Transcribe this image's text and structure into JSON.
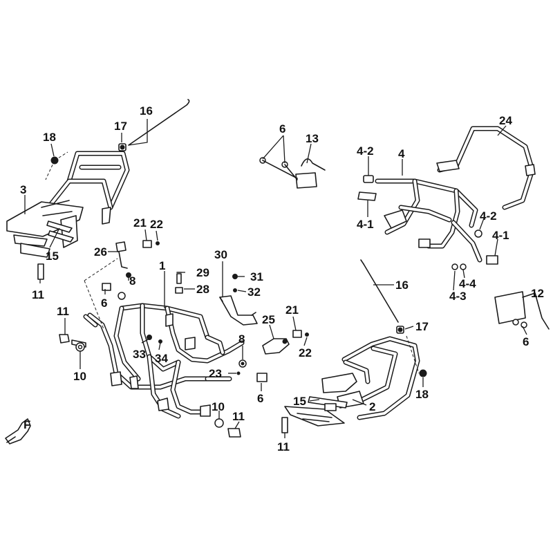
{
  "callouts": [
    {
      "id": "c1",
      "text": "16"
    },
    {
      "id": "c2",
      "text": "17"
    },
    {
      "id": "c3",
      "text": "18"
    },
    {
      "id": "c4",
      "text": "3"
    },
    {
      "id": "c5",
      "text": "15"
    },
    {
      "id": "c6",
      "text": "11"
    },
    {
      "id": "c7",
      "text": "21"
    },
    {
      "id": "c8",
      "text": "22"
    },
    {
      "id": "c9",
      "text": "26"
    },
    {
      "id": "c10",
      "text": "8"
    },
    {
      "id": "c11",
      "text": "6"
    },
    {
      "id": "c12",
      "text": "1"
    },
    {
      "id": "c13",
      "text": "29"
    },
    {
      "id": "c14",
      "text": "28"
    },
    {
      "id": "c15",
      "text": "30"
    },
    {
      "id": "c16",
      "text": "31"
    },
    {
      "id": "c17",
      "text": "32"
    },
    {
      "id": "c18",
      "text": "11"
    },
    {
      "id": "c19",
      "text": "10"
    },
    {
      "id": "c20",
      "text": "33"
    },
    {
      "id": "c21",
      "text": "34"
    },
    {
      "id": "c22",
      "text": "25"
    },
    {
      "id": "c23",
      "text": "21"
    },
    {
      "id": "c24",
      "text": "22"
    },
    {
      "id": "c25",
      "text": "8"
    },
    {
      "id": "c26",
      "text": "23"
    },
    {
      "id": "c27",
      "text": "6"
    },
    {
      "id": "c28",
      "text": "10"
    },
    {
      "id": "c29",
      "text": "11"
    },
    {
      "id": "c30",
      "text": "6"
    },
    {
      "id": "c31",
      "text": "13"
    },
    {
      "id": "c32",
      "text": "4-2"
    },
    {
      "id": "c33",
      "text": "4"
    },
    {
      "id": "c34",
      "text": "24"
    },
    {
      "id": "c35",
      "text": "4-1"
    },
    {
      "id": "c36",
      "text": "4-2"
    },
    {
      "id": "c37",
      "text": "4-1"
    },
    {
      "id": "c38",
      "text": "4-4"
    },
    {
      "id": "c39",
      "text": "4-3"
    },
    {
      "id": "c40",
      "text": "12"
    },
    {
      "id": "c41",
      "text": "6"
    },
    {
      "id": "c42",
      "text": "16"
    },
    {
      "id": "c43",
      "text": "17"
    },
    {
      "id": "c44",
      "text": "18"
    },
    {
      "id": "c45",
      "text": "2"
    },
    {
      "id": "c46",
      "text": "15"
    },
    {
      "id": "c47",
      "text": "11"
    }
  ],
  "direction_mark": "F"
}
